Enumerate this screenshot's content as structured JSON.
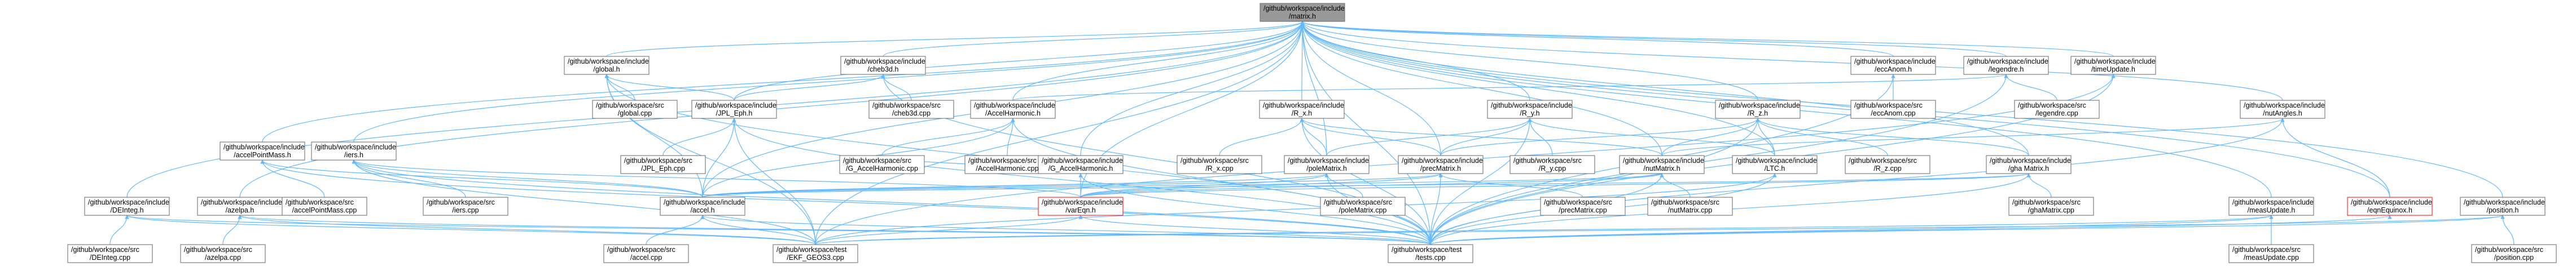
{
  "diagram": {
    "accent": "#63b8ff",
    "root_fill": "#999999",
    "red_border": "#ff0000",
    "nodes": [
      {
        "id": "matrix_h",
        "lines": [
          "/github/workspace/include",
          "/matrix.h"
        ]
      },
      {
        "id": "global_h",
        "lines": [
          "/github/workspace/include",
          "/global.h"
        ]
      },
      {
        "id": "cheb3d_h",
        "lines": [
          "/github/workspace/include",
          "/cheb3d.h"
        ]
      },
      {
        "id": "eccAnom_h",
        "lines": [
          "/github/workspace/include",
          "/eccAnom.h"
        ]
      },
      {
        "id": "legendre_h",
        "lines": [
          "/github/workspace/include",
          "/legendre.h"
        ]
      },
      {
        "id": "timeUpdate_h",
        "lines": [
          "/github/workspace/include",
          "/timeUpdate.h"
        ]
      },
      {
        "id": "global_cpp",
        "lines": [
          "/github/workspace/src",
          "/global.cpp"
        ]
      },
      {
        "id": "jpl_h",
        "lines": [
          "/github/workspace/include",
          "/JPL_Eph.h"
        ]
      },
      {
        "id": "cheb3d_cpp",
        "lines": [
          "/github/workspace/src",
          "/cheb3d.cpp"
        ]
      },
      {
        "id": "accelHarm_h",
        "lines": [
          "/github/workspace/include",
          "/AccelHarmonic.h"
        ]
      },
      {
        "id": "rx_h",
        "lines": [
          "/github/workspace/include",
          "/R_x.h"
        ]
      },
      {
        "id": "ry_h",
        "lines": [
          "/github/workspace/include",
          "/R_y.h"
        ]
      },
      {
        "id": "rz_h",
        "lines": [
          "/github/workspace/include",
          "/R_z.h"
        ]
      },
      {
        "id": "eccAnom_cpp",
        "lines": [
          "/github/workspace/src",
          "/eccAnom.cpp"
        ]
      },
      {
        "id": "legendre_cpp",
        "lines": [
          "/github/workspace/src",
          "/legendre.cpp"
        ]
      },
      {
        "id": "nutAngles_h",
        "lines": [
          "/github/workspace/include",
          "/nutAngles.h"
        ]
      },
      {
        "id": "accelPM_h",
        "lines": [
          "/github/workspace/include",
          "/accelPointMass.h"
        ]
      },
      {
        "id": "iers_h",
        "lines": [
          "/github/workspace/include",
          "/iers.h"
        ]
      },
      {
        "id": "jpl_cpp",
        "lines": [
          "/github/workspace/src",
          "/JPL_Eph.cpp"
        ]
      },
      {
        "id": "gAccelHarm_cpp",
        "lines": [
          "/github/workspace/src",
          "/G_AccelHarmonic.cpp"
        ]
      },
      {
        "id": "accelHarm_cpp",
        "lines": [
          "/github/workspace/src",
          "/AccelHarmonic.cpp"
        ]
      },
      {
        "id": "gAccelHarm_h",
        "lines": [
          "/github/workspace/include",
          "/G_AccelHarmonic.h"
        ]
      },
      {
        "id": "rx_cpp",
        "lines": [
          "/github/workspace/src",
          "/R_x.cpp"
        ]
      },
      {
        "id": "poleMatrix_h",
        "lines": [
          "/github/workspace/include",
          "/poleMatrix.h"
        ]
      },
      {
        "id": "precMatrix_h",
        "lines": [
          "/github/workspace/include",
          "/precMatrix.h"
        ]
      },
      {
        "id": "ry_cpp",
        "lines": [
          "/github/workspace/src",
          "/R_y.cpp"
        ]
      },
      {
        "id": "nutMatrix_h",
        "lines": [
          "/github/workspace/include",
          "/nutMatrix.h"
        ]
      },
      {
        "id": "ltc_h",
        "lines": [
          "/github/workspace/include",
          "/LTC.h"
        ]
      },
      {
        "id": "rz_cpp",
        "lines": [
          "/github/workspace/src",
          "/R_z.cpp"
        ]
      },
      {
        "id": "gha_h",
        "lines": [
          "/github/workspace/include",
          "/gha Matrix.h"
        ]
      },
      {
        "id": "accelPM_cpp",
        "lines": [
          "/github/workspace/src",
          "/accelPointMass.cpp"
        ]
      },
      {
        "id": "iers_cpp",
        "lines": [
          "/github/workspace/src",
          "/iers.cpp"
        ]
      },
      {
        "id": "accel_h",
        "lines": [
          "/github/workspace/include",
          "/accel.h"
        ]
      },
      {
        "id": "vareqn_h",
        "lines": [
          "/github/workspace/include",
          "/varEqn.h"
        ]
      },
      {
        "id": "poleMatrix_cpp",
        "lines": [
          "/github/workspace/src",
          "/poleMatrix.cpp"
        ]
      },
      {
        "id": "precMatrix_cpp",
        "lines": [
          "/github/workspace/src",
          "/precMatrix.cpp"
        ]
      },
      {
        "id": "nutMatrix_cpp",
        "lines": [
          "/github/workspace/src",
          "/nutMatrix.cpp"
        ]
      },
      {
        "id": "gha_cpp",
        "lines": [
          "/github/workspace/src",
          "/ghaMatrix.cpp"
        ]
      },
      {
        "id": "measUpdate_h",
        "lines": [
          "/github/workspace/include",
          "/measUpdate.h"
        ]
      },
      {
        "id": "eqnEquinox_h",
        "lines": [
          "/github/workspace/include",
          "/eqnEquinox.h"
        ]
      },
      {
        "id": "position_h",
        "lines": [
          "/github/workspace/include",
          "/position.h"
        ]
      },
      {
        "id": "deinteg_h",
        "lines": [
          "/github/workspace/include",
          "/DEInteg.h"
        ]
      },
      {
        "id": "azelpa_h",
        "lines": [
          "/github/workspace/include",
          "/azelpa.h"
        ]
      },
      {
        "id": "accel_cpp",
        "lines": [
          "/github/workspace/src",
          "/accel.cpp"
        ]
      },
      {
        "id": "ekf_cpp",
        "lines": [
          "/github/workspace/test",
          "/EKF_GEOS3.cpp"
        ]
      },
      {
        "id": "tests_cpp",
        "lines": [
          "/github/workspace/test",
          "/tests.cpp"
        ]
      },
      {
        "id": "deinteg_cpp",
        "lines": [
          "/github/workspace/src",
          "/DEInteg.cpp"
        ]
      },
      {
        "id": "azelpa_cpp",
        "lines": [
          "/github/workspace/src",
          "/azelpa.cpp"
        ]
      },
      {
        "id": "measUpdate_cpp",
        "lines": [
          "/github/workspace/src",
          "/measUpdate.cpp"
        ]
      },
      {
        "id": "position_cpp",
        "lines": [
          "/github/workspace/src",
          "/position.cpp"
        ]
      }
    ]
  }
}
